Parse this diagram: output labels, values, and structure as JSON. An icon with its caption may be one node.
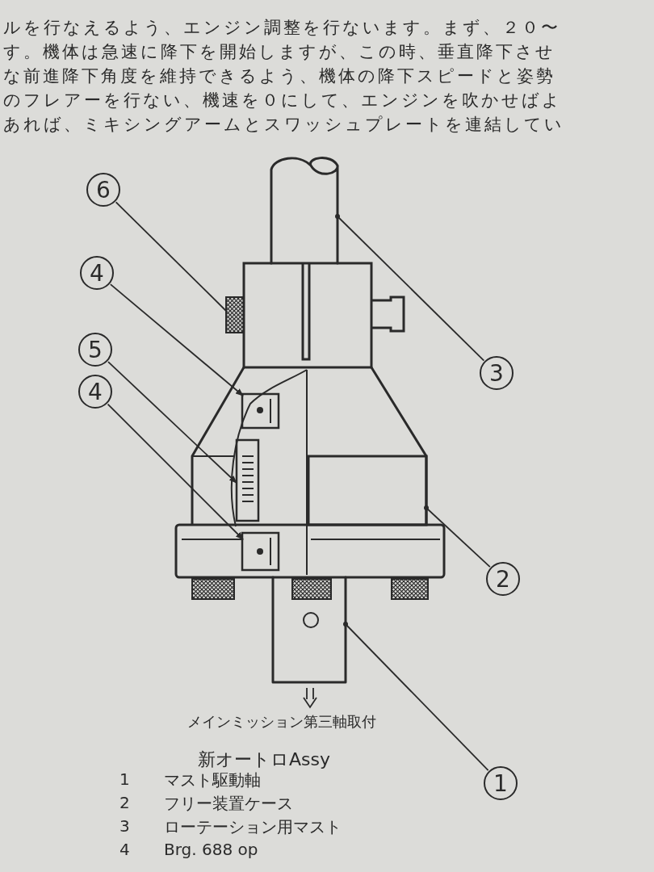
{
  "diagram": {
    "title": "新オートロAssy",
    "nodes": [
      {
        "text": [
          "6"
        ]
      },
      {
        "text": [
          "4"
        ]
      },
      {
        "text": [
          "5"
        ]
      },
      {
        "text": [
          "4"
        ]
      },
      {
        "text": [
          "3"
        ]
      },
      {
        "text": [
          "2"
        ]
      },
      {
        "text": [
          "1"
        ]
      },
      {
        "text": [],
        "shape": "box"
      },
      {
        "text": [],
        "shape": "box"
      },
      {
        "text": [],
        "shape": "box"
      },
      {
        "text": [],
        "shape": "box"
      },
      {
        "text": [],
        "shape": "cylinder"
      },
      {
        "text": [],
        "shape": "box"
      },
      {
        "text": [],
        "shape": "cylinder"
      }
    ],
    "edges": [
      {
        "from": 0,
        "to": 7,
        "arrow": "none"
      },
      {
        "from": 1,
        "to": 8,
        "arrow": "to"
      },
      {
        "from": 2,
        "to": 9,
        "arrow": "to"
      },
      {
        "from": 3,
        "to": 10,
        "arrow": "to"
      },
      {
        "from": 4,
        "to": 11,
        "arrow": "other"
      },
      {
        "from": 5,
        "to": 12,
        "arrow": "other"
      },
      {
        "from": 6,
        "to": 13,
        "arrow": "other"
      }
    ],
    "labels": [
      "ルを行なえるよう、エンジン調整を行ないます。まず、２０〜",
      "す。機体は急速に降下を開始しますが、この時、垂直降下させ",
      "な前進降下角度を維持できるよう、機体の降下スピードと姿勢",
      "のフレアーを行ない、機速を０にして、エンジンを吹かせばよ",
      "あれば、ミキシングアームとスワッシュプレートを連結してい",
      "メインミッション第三軸取付",
      "1",
      "マスト駆動軸",
      "2",
      "フリー装置ケース",
      "3",
      "ローテーション用マスト",
      "4",
      "Brg. 688 op"
    ]
  }
}
